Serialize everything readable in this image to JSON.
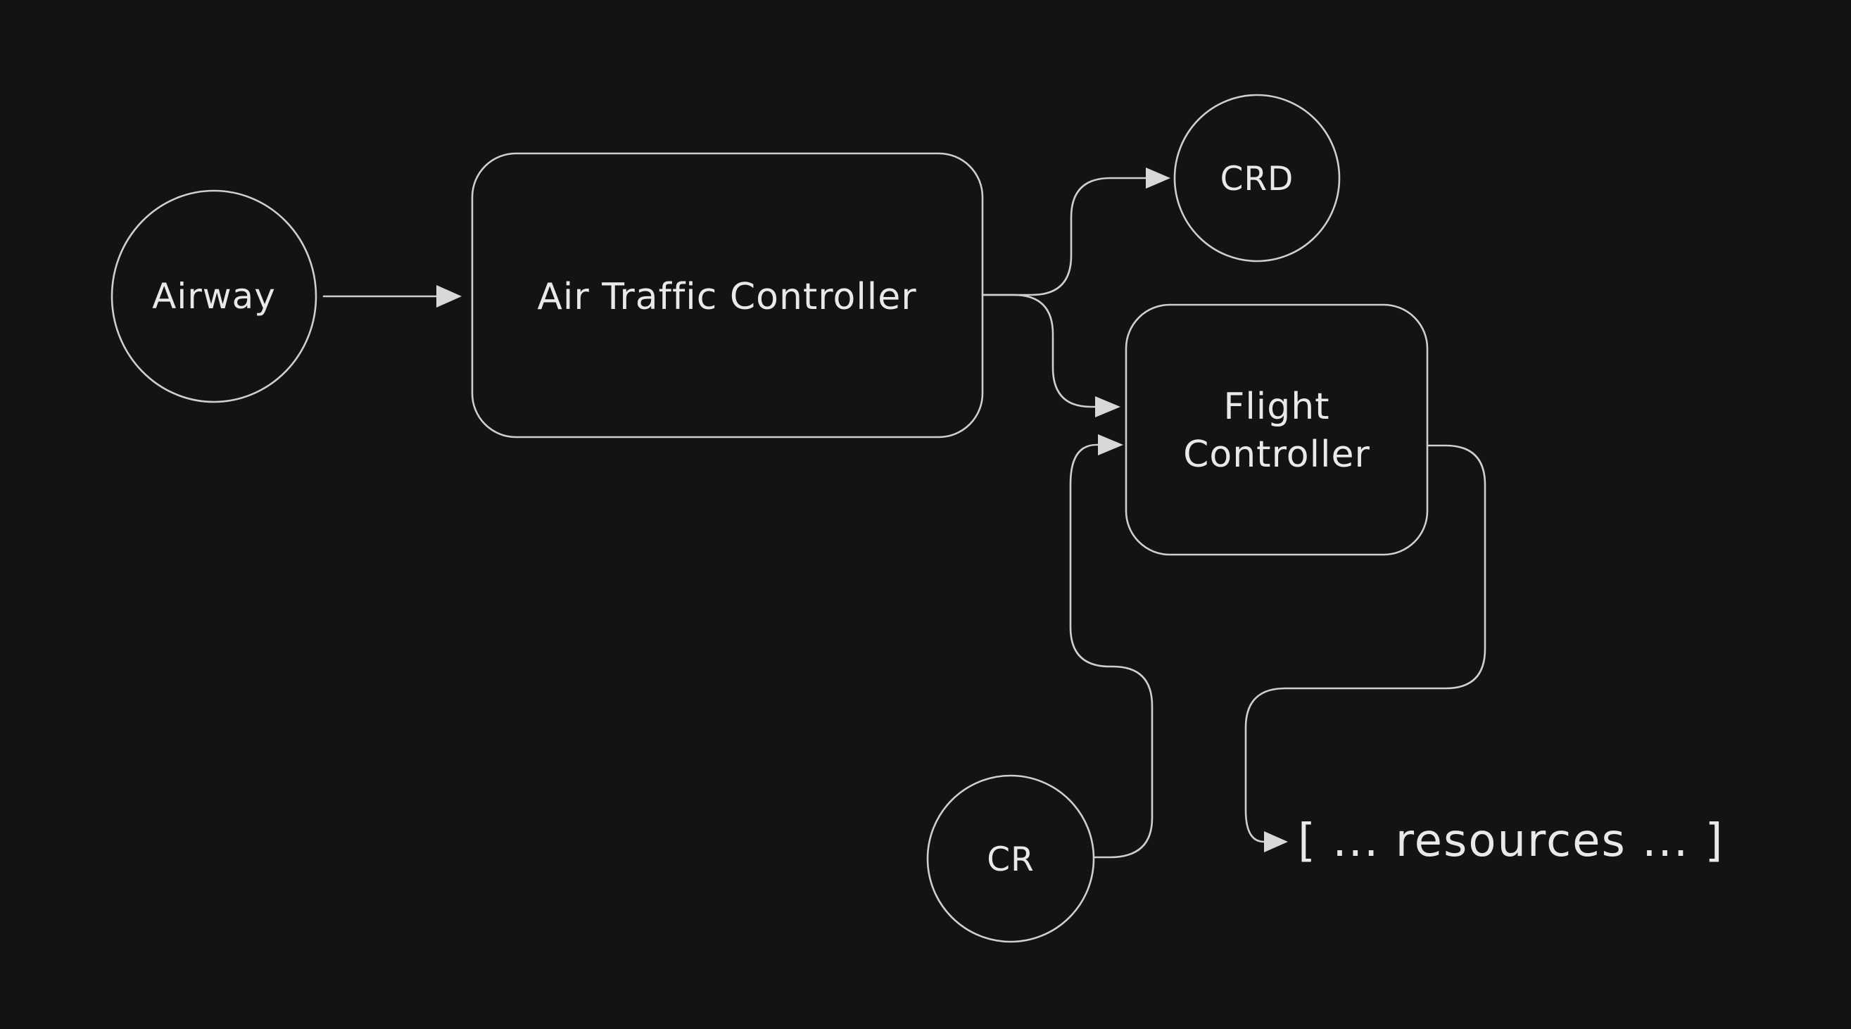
{
  "canvas": {
    "background_color": "#131313",
    "stroke_color": "#cfcfcf",
    "text_color": "#e9e9e9",
    "style": "hand-drawn dark diagram"
  },
  "nodes": {
    "airway": {
      "label": "Airway",
      "shape": "ellipse"
    },
    "air_traffic_controller": {
      "label": "Air Traffic Controller",
      "shape": "rounded-rectangle"
    },
    "crd": {
      "label": "CRD",
      "shape": "ellipse"
    },
    "flight_controller": {
      "label": "Flight Controller",
      "lines": [
        "Flight",
        "Controller"
      ],
      "shape": "rounded-rectangle"
    },
    "cr": {
      "label": "CR",
      "shape": "ellipse"
    },
    "resources": {
      "label": "[ ... resources ... ]",
      "shape": "text"
    }
  },
  "edges": [
    {
      "from": "Airway",
      "to": "Air Traffic Controller"
    },
    {
      "from": "Air Traffic Controller",
      "to": "CRD"
    },
    {
      "from": "Air Traffic Controller",
      "to": "Flight Controller"
    },
    {
      "from": "CR",
      "to": "Flight Controller"
    },
    {
      "from": "Flight Controller",
      "to": "[ ... resources ... ]"
    }
  ]
}
